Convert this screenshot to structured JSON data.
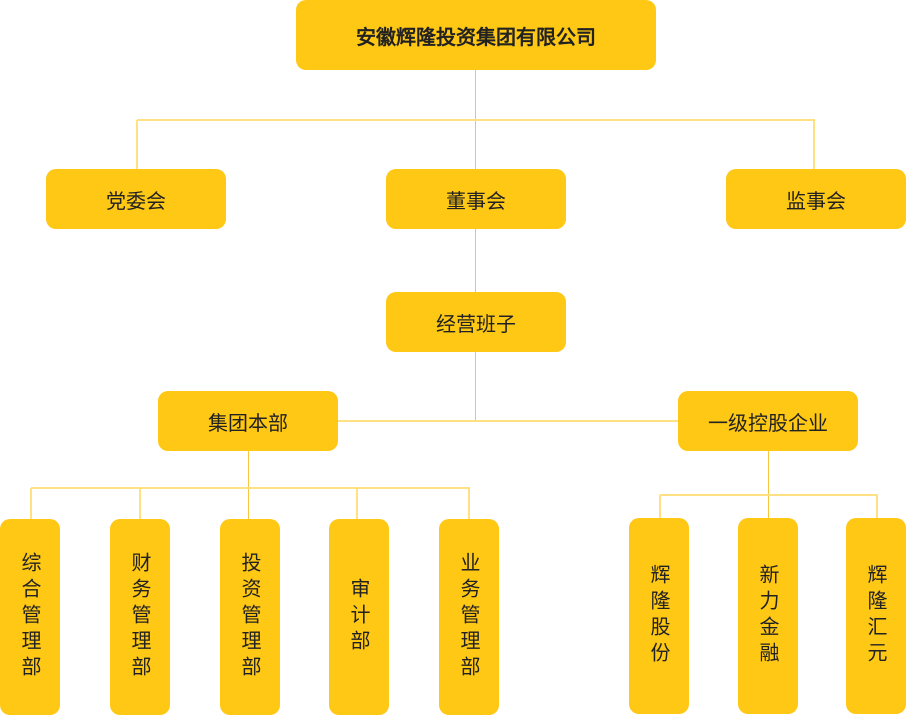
{
  "colors": {
    "box": "#FFC815",
    "line": "#FFE083",
    "text": "#222222"
  },
  "root": "安徽辉隆投资集团有限公司",
  "level2": [
    "党委会",
    "董事会",
    "监事会"
  ],
  "management": "经营班子",
  "branches": [
    "集团本部",
    "一级控股企业"
  ],
  "hq_departments": [
    "综合管理部",
    "财务管理部",
    "投资管理部",
    "审计部",
    "业务管理部"
  ],
  "subsidiaries": [
    "辉隆股份",
    "新力金融",
    "辉隆汇元"
  ]
}
